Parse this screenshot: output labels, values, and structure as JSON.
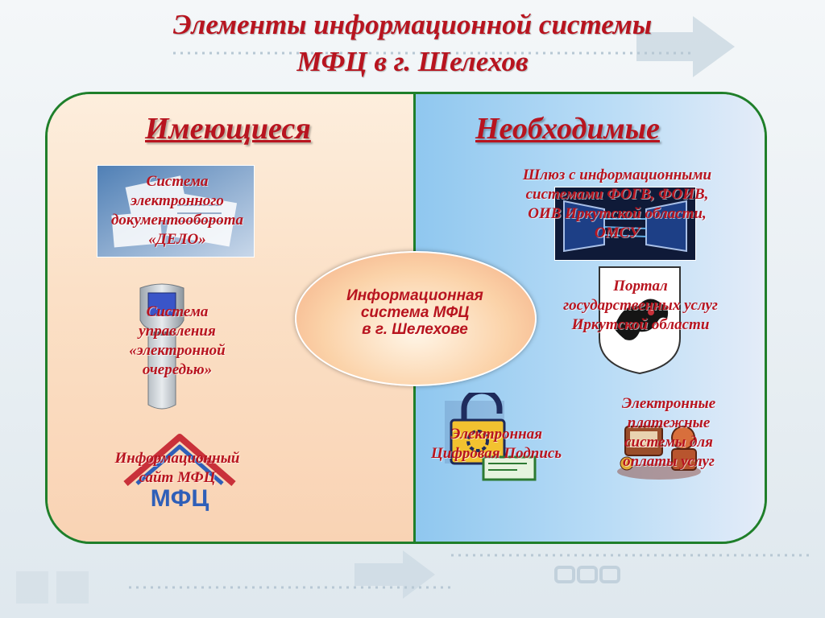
{
  "title": {
    "line1": "Элементы информационной системы",
    "line2": "МФЦ в г. Шелехов"
  },
  "columns": {
    "left_heading": "Имеющиеся",
    "right_heading": "Необходимые"
  },
  "left_items": [
    {
      "lines": [
        "Система",
        "электронного",
        "документооборота",
        "«ДЕЛО»"
      ]
    },
    {
      "lines": [
        "Система",
        "управления",
        "«электронной",
        "очередью»"
      ]
    },
    {
      "lines": [
        "Информационный",
        "сайт МФЦ"
      ]
    }
  ],
  "center": {
    "lines": [
      "Информационная",
      "система МФЦ",
      "в г. Шелехове"
    ]
  },
  "right_items": [
    {
      "lines": [
        "Шлюз с  информационными",
        "системами ФОГВ, ФОИВ,",
        "ОИВ Иркутской области,",
        "ОМСУ"
      ]
    },
    {
      "lines": [
        "Портал",
        "государственных услуг",
        "Иркутской области"
      ]
    },
    {
      "lines": [
        "Электронная",
        "Цифровая Подпись"
      ]
    },
    {
      "lines": [
        "Электронные",
        "платежные",
        "системы для",
        "оплаты  услуг"
      ]
    }
  ],
  "logo_text": "МФЦ",
  "colors": {
    "accent": "#b8141f",
    "border": "#1f7f2a"
  }
}
